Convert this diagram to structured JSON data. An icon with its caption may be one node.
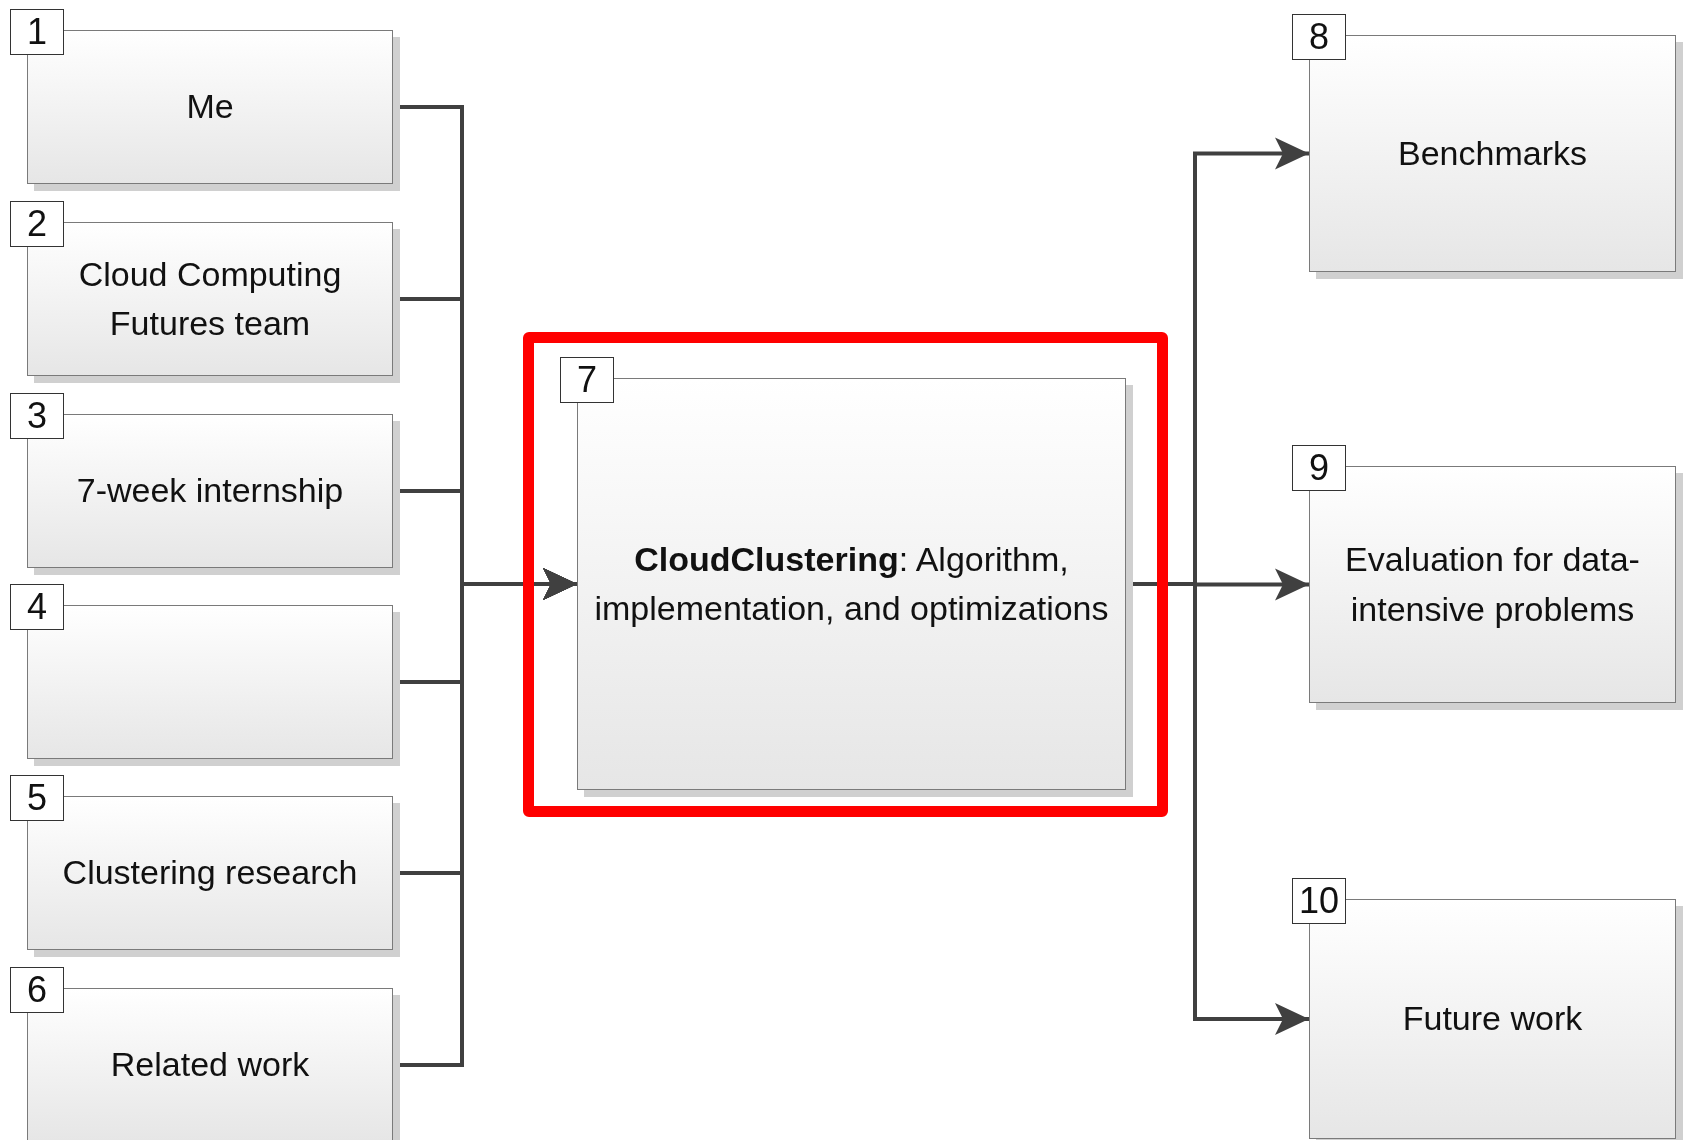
{
  "diagram": {
    "nodes": [
      {
        "text": [
          "1",
          "Me"
        ]
      },
      {
        "text": [
          "2",
          "Cloud Computing Futures team"
        ]
      },
      {
        "text": [
          "3",
          "7-week internship"
        ]
      },
      {
        "text": [
          "4"
        ]
      },
      {
        "text": [
          "5",
          "Clustering research"
        ]
      },
      {
        "text": [
          "6",
          "Related work"
        ]
      },
      {
        "text": [],
        "shape": "box"
      },
      {
        "text": [
          "7",
          "**CloudClustering**: Algorithm, implementation, and optimizations"
        ],
        "in": 6
      },
      {
        "text": [
          "8",
          "Benchmarks"
        ]
      },
      {
        "text": [
          "9",
          "Evaluation for data-intensive problems"
        ]
      },
      {
        "text": [
          "10",
          "Future work"
        ]
      }
    ],
    "edges": [
      {
        "from": 0,
        "to": 7,
        "arrow": "to"
      },
      {
        "from": 1,
        "to": 7,
        "arrow": "to"
      },
      {
        "from": 2,
        "to": 7,
        "arrow": "to"
      },
      {
        "from": 3,
        "to": 7,
        "arrow": "to"
      },
      {
        "from": 4,
        "to": 7,
        "arrow": "to"
      },
      {
        "from": 5,
        "to": 7,
        "arrow": "to"
      },
      {
        "from": 7,
        "to": 8,
        "arrow": "to"
      },
      {
        "from": 7,
        "to": 9,
        "arrow": "to"
      },
      {
        "from": 7,
        "to": 10,
        "arrow": "to"
      }
    ]
  }
}
